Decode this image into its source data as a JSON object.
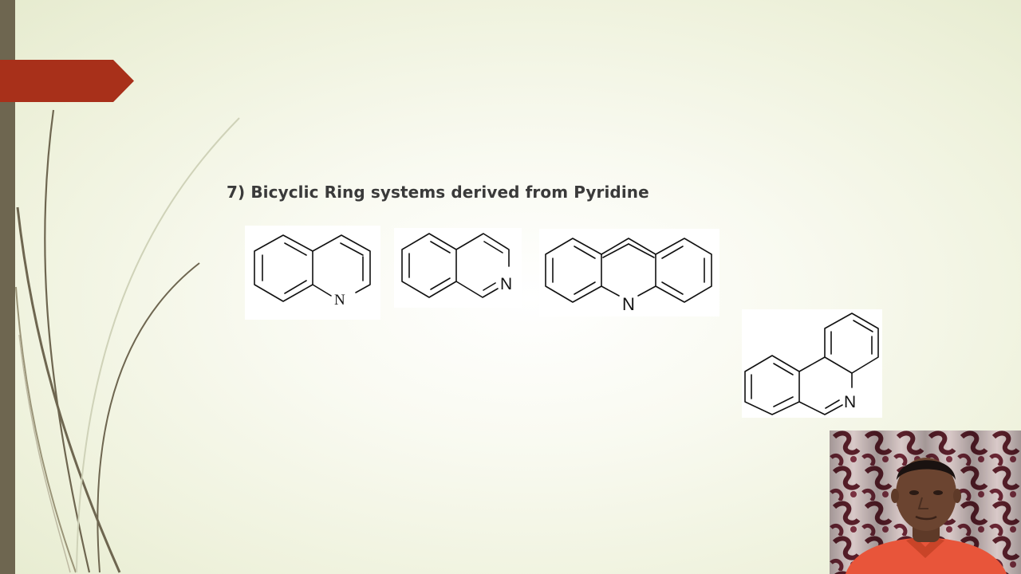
{
  "slide": {
    "title": "7) Bicyclic Ring systems derived from Pyridine"
  },
  "molecules": {
    "quinoline": {
      "heteroatom": "N"
    },
    "isoquinoline": {
      "heteroatom": "N"
    },
    "acridine": {
      "heteroatom": "N"
    },
    "phenanthridine": {
      "heteroatom": "N"
    }
  },
  "theme": {
    "accent": "#a8301a",
    "sidebar": "#6e6650"
  },
  "webcam": {
    "shirt_color": "#e8553a"
  }
}
